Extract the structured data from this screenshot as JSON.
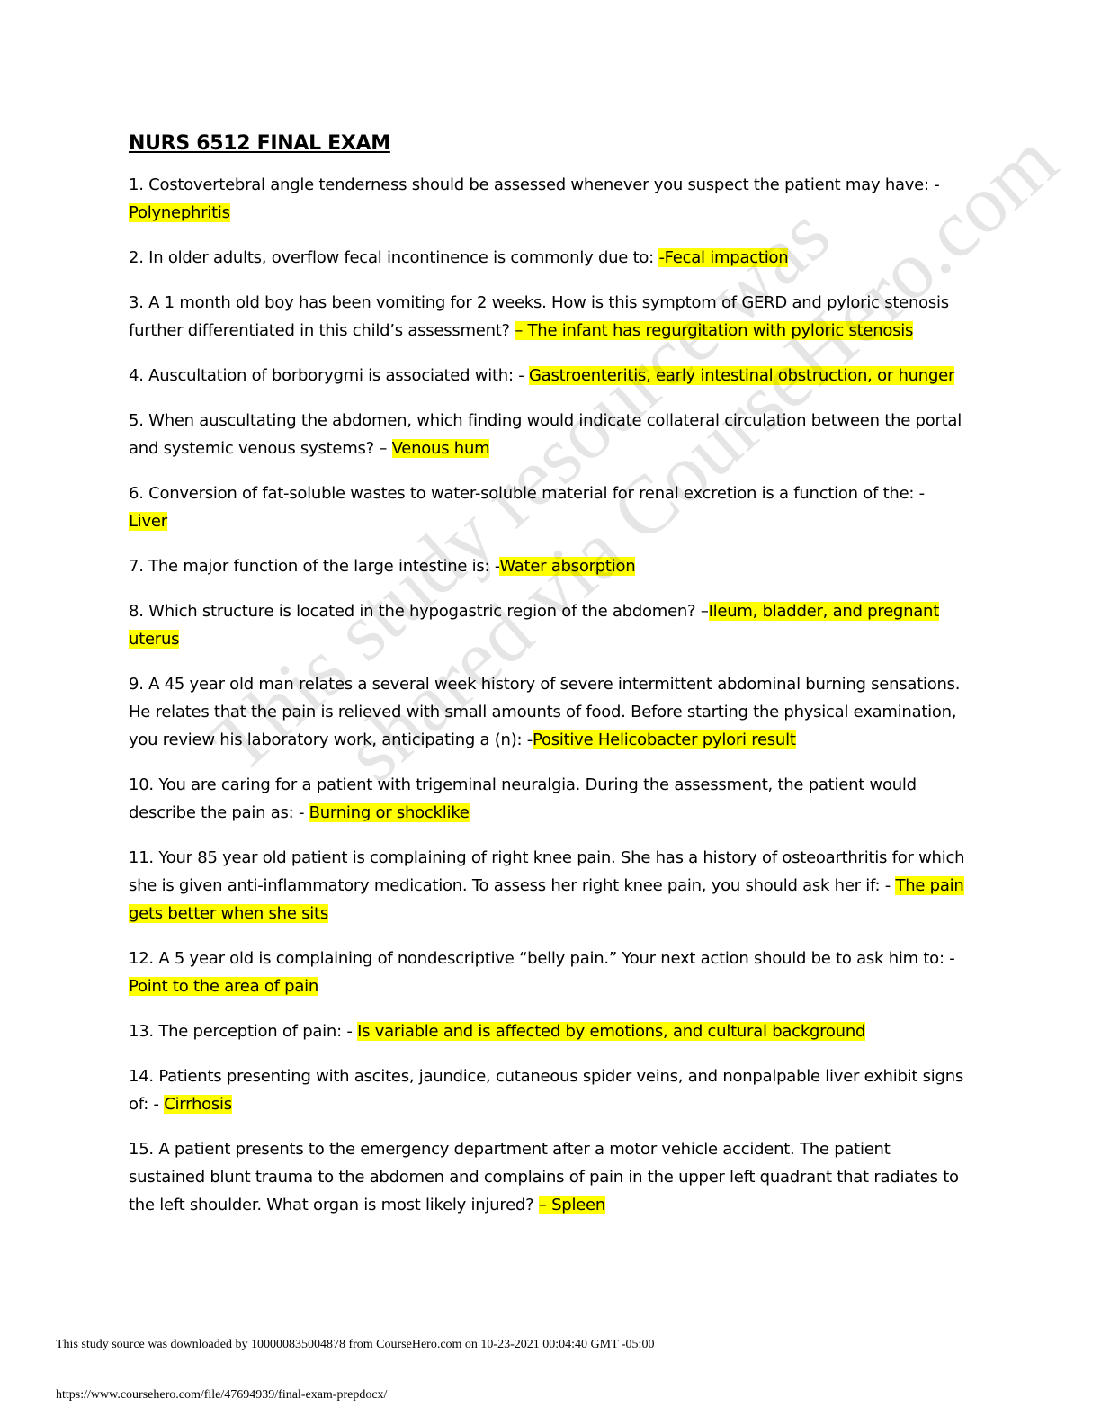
{
  "document": {
    "title": "NURS 6512 FINAL EXAM",
    "questions": [
      {
        "text": "1. Costovertebral angle tenderness should be assessed whenever you suspect the patient may have: - ",
        "answer": "Polynephritis"
      },
      {
        "text": "2. In older adults, overflow fecal incontinence is commonly due to: ",
        "answer": "-Fecal impaction"
      },
      {
        "text": "3. A 1 month old boy has been vomiting for 2 weeks. How is this symptom of GERD and pyloric stenosis further differentiated in this child’s assessment? ",
        "answer": "– The infant has regurgitation with pyloric stenosis"
      },
      {
        "text": "4. Auscultation of borborygmi is associated with: - ",
        "answer": "Gastroenteritis, early intestinal obstruction, or hunger"
      },
      {
        "text": "5. When auscultating the abdomen, which finding would indicate collateral circulation between the portal and systemic venous systems? – ",
        "answer": "Venous hum"
      },
      {
        "text": "6. Conversion of fat-soluble wastes to water-soluble material for renal excretion is a function of the: - ",
        "answer": "Liver"
      },
      {
        "text": "7. The major function of the large intestine is: -",
        "answer": "Water absorption "
      },
      {
        "text": "8. Which structure is located in the hypogastric region of the abdomen? –",
        "answer": "Ileum, bladder, and pregnant uterus"
      },
      {
        "text": "9. A 45 year old man relates a several week history of severe intermittent abdominal burning sensations. He relates that the pain is relieved with small amounts of food. Before starting the physical examination, you review his laboratory work, anticipating a (n): -",
        "answer": "Positive Helicobacter pylori result"
      },
      {
        "text": "10. You are caring for a patient with trigeminal neuralgia. During the assessment, the patient would describe the pain as: - ",
        "answer": "Burning or shocklike"
      },
      {
        "text": "11. Your 85 year old patient is complaining of right knee pain. She has a history of osteoarthritis for which she is given anti-inflammatory medication. To assess her right knee pain, you should ask her if: - ",
        "answer": "The pain gets better when she sits"
      },
      {
        "text": "12. A 5 year old is complaining of nondescriptive “belly pain.” Your next action should be to ask him to: - ",
        "answer": "Point to the area of pain"
      },
      {
        "text": "13. The perception of pain: - ",
        "answer": "Is variable and is affected by emotions, and cultural background"
      },
      {
        "text": "14. Patients presenting with ascites, jaundice, cutaneous spider veins, and nonpalpable liver exhibit signs of: - ",
        "answer": "Cirrhosis"
      },
      {
        "text": "15. A patient presents to the emergency department after a motor vehicle accident. The patient sustained blunt trauma to the abdomen and complains of pain in the upper left quadrant that radiates to the left shoulder. What organ is most likely injured? ",
        "answer": "– Spleen"
      }
    ]
  },
  "watermark": {
    "line1": "This study resource was",
    "line2": "shared via CourseHero.com"
  },
  "footer": {
    "source_text": "This study source was downloaded by 100000835004878 from CourseHero.com on 10-23-2021 00:04:40 GMT -05:00",
    "url": "https://www.coursehero.com/file/47694939/final-exam-prepdocx/"
  },
  "colors": {
    "highlight": "#ffff00"
  }
}
